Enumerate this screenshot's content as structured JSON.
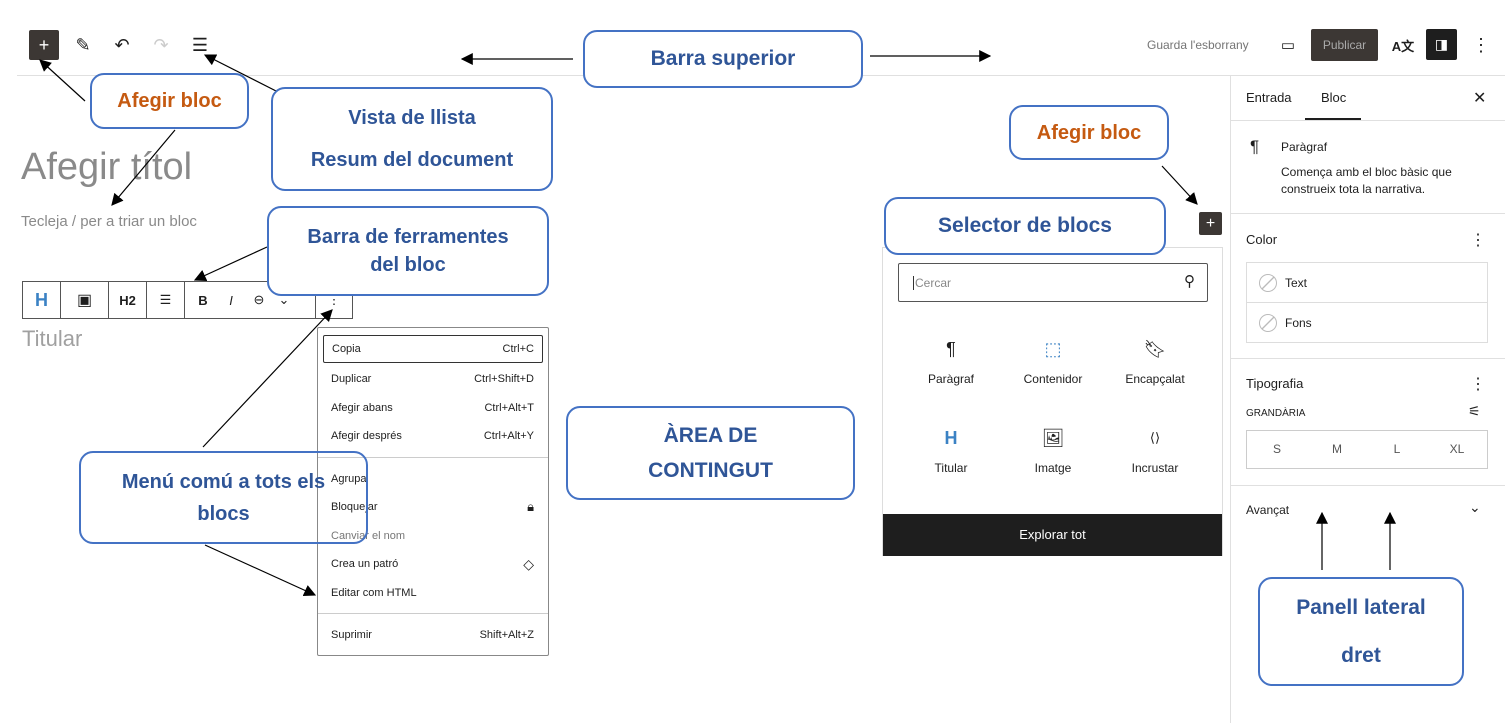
{
  "topbar": {
    "save_draft": "Guarda l'esborrany",
    "publish": "Publicar",
    "icons": [
      "plus-icon",
      "pencil-icon",
      "undo-icon",
      "redo-icon",
      "list-view-icon",
      "desktop-icon",
      "translate-icon",
      "sidebar-icon",
      "more-vertical-icon"
    ]
  },
  "editor": {
    "title_placeholder": "Afegir títol",
    "paragraph_placeholder": "Tecleja / per a triar un bloc",
    "heading_placeholder": "Titular"
  },
  "block_toolbar": {
    "heading_level": "H2",
    "bold": "B",
    "italic": "I"
  },
  "block_menu": {
    "items": [
      {
        "label": "Copia",
        "shortcut": "Ctrl+C"
      },
      {
        "label": "Duplicar",
        "shortcut": "Ctrl+Shift+D"
      },
      {
        "label": "Afegir abans",
        "shortcut": "Ctrl+Alt+T"
      },
      {
        "label": "Afegir després",
        "shortcut": "Ctrl+Alt+Y"
      },
      {
        "label": "Agrupa",
        "shortcut": ""
      },
      {
        "label": "Bloquejar",
        "shortcut": ""
      },
      {
        "label": "Canviar el nom",
        "shortcut": ""
      },
      {
        "label": "Crea un patró",
        "shortcut": ""
      },
      {
        "label": "Editar com HTML",
        "shortcut": ""
      },
      {
        "label": "Suprimir",
        "shortcut": "Shift+Alt+Z"
      }
    ]
  },
  "inserter": {
    "search_placeholder": "Cercar",
    "blocks": [
      "Paràgraf",
      "Contenidor",
      "Encapçalat",
      "Titular",
      "Imatge",
      "Incrustar"
    ],
    "browse_all": "Explorar tot"
  },
  "sidebar": {
    "tabs": [
      "Entrada",
      "Bloc"
    ],
    "active_tab": "Bloc",
    "block_name": "Paràgraf",
    "block_description": "Comença amb el bloc bàsic que construeix tota la narrativa.",
    "color_title": "Color",
    "color_items": [
      "Text",
      "Fons"
    ],
    "typography_title": "Tipografia",
    "size_label": "GRANDÀRIA",
    "sizes": [
      "S",
      "M",
      "L",
      "XL"
    ],
    "advanced": "Avançat"
  },
  "annotations": {
    "top_bar": "Barra superior",
    "add_block_left": "Afegir bloc",
    "list_view": "Vista de llista",
    "doc_summary": "Resum del document",
    "block_toolbar_1": "Barra de ferramentes",
    "block_toolbar_2": "del bloc",
    "add_block_right": "Afegir bloc",
    "block_selector": "Selector de blocs",
    "content_area_1": "ÀREA DE",
    "content_area_2": "CONTINGUT",
    "common_menu_1": "Menú comú a tots els",
    "common_menu_2": "blocs",
    "sidebar_1": "Panell lateral",
    "sidebar_2": "dret"
  },
  "colors": {
    "callout_border": "#4472c4",
    "callout_text": "#2f5597",
    "callout_orange": "#c55a11",
    "dark": "#3c3734"
  }
}
